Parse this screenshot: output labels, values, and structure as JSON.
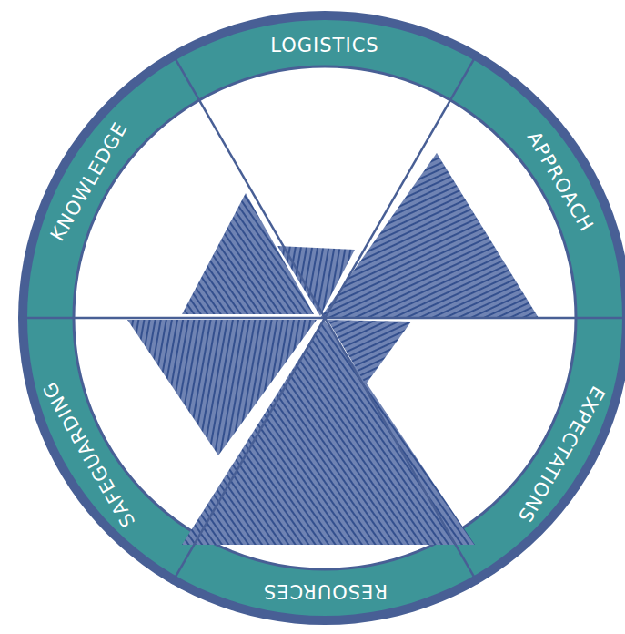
{
  "diagram": {
    "labels": [
      "LOGISTICS",
      "APPROACH",
      "EXPECTATIONS",
      "RESOURCES",
      "SAFEGUARDING",
      "KNOWLEDGE"
    ]
  }
}
